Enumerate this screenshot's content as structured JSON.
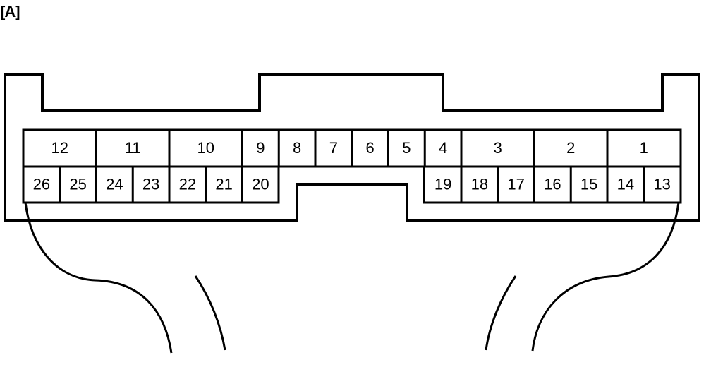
{
  "figure_label": "[A]",
  "top_row": [
    {
      "pin": "12",
      "span": 2
    },
    {
      "pin": "11",
      "span": 2
    },
    {
      "pin": "10",
      "span": 2
    },
    {
      "pin": "9",
      "span": 1
    },
    {
      "pin": "8",
      "span": 1
    },
    {
      "pin": "7",
      "span": 1
    },
    {
      "pin": "6",
      "span": 1
    },
    {
      "pin": "5",
      "span": 1
    },
    {
      "pin": "4",
      "span": 1
    },
    {
      "pin": "3",
      "span": 2
    },
    {
      "pin": "2",
      "span": 2
    },
    {
      "pin": "1",
      "span": 2
    }
  ],
  "bottom_left": [
    "26",
    "25",
    "24",
    "23",
    "22",
    "21",
    "20"
  ],
  "bottom_right": [
    "19",
    "18",
    "17",
    "16",
    "15",
    "14",
    "13"
  ],
  "line_color": "#000000"
}
